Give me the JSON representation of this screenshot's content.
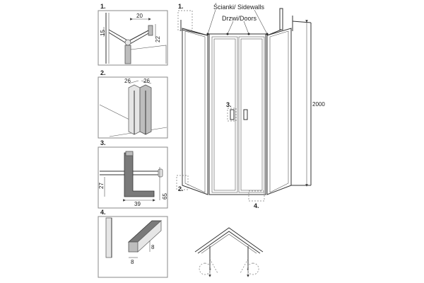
{
  "steps": [
    {
      "number": "1.",
      "dims": [
        "20",
        "15",
        "22"
      ]
    },
    {
      "number": "2.",
      "dims": [
        "26",
        "26"
      ]
    },
    {
      "number": "3.",
      "dims": [
        "27",
        "39",
        "65"
      ]
    },
    {
      "number": "4.",
      "dims": [
        "8",
        "8"
      ]
    }
  ],
  "main": {
    "sidewalls_label": "Ścianki/ Sidewalls",
    "doors_label": "Drzwi/Doors",
    "height_dim": "2000",
    "callouts": [
      "1.",
      "2.",
      "3.",
      "4."
    ]
  }
}
